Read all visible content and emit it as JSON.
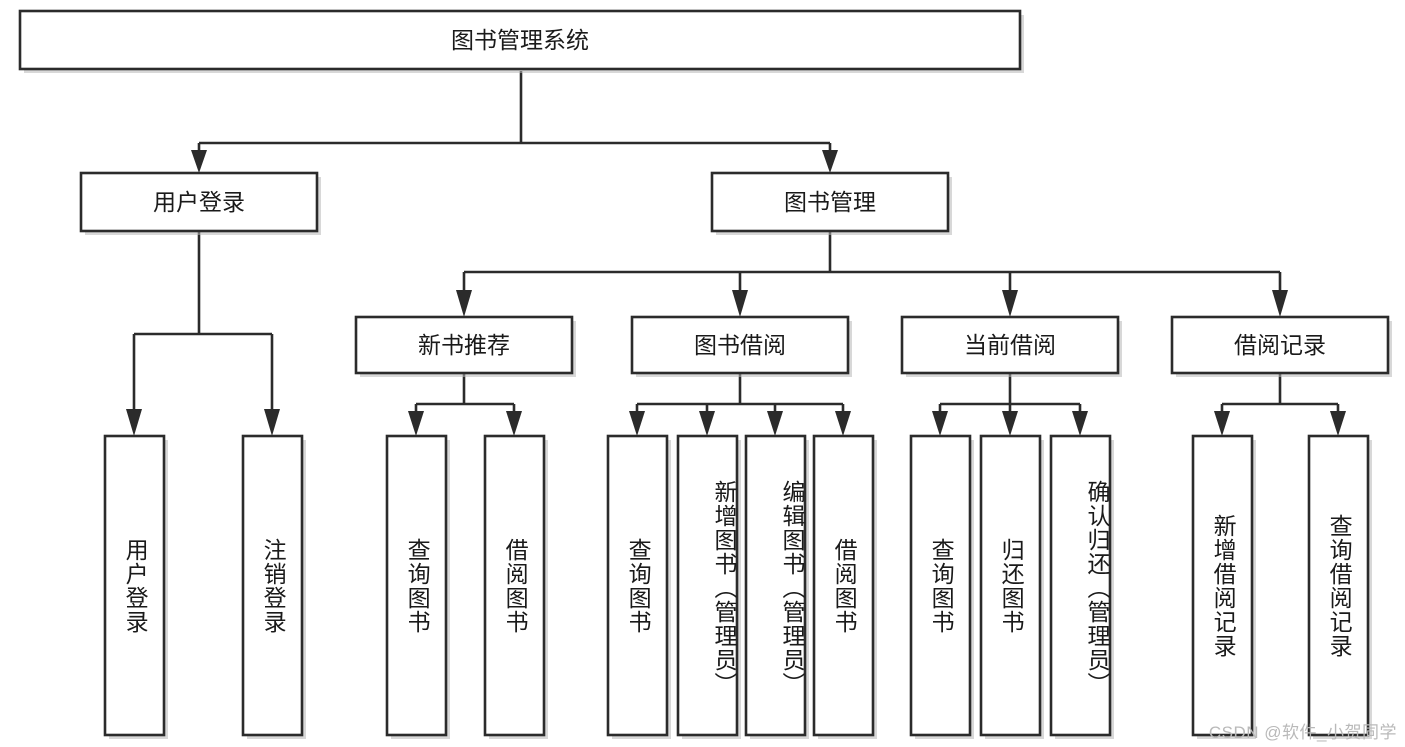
{
  "diagram": {
    "type": "tree",
    "title_node": {
      "label": "图书管理系统"
    },
    "level1": [
      {
        "label": "用户登录"
      },
      {
        "label": "图书管理"
      }
    ],
    "level2": [
      {
        "label": "新书推荐"
      },
      {
        "label": "图书借阅"
      },
      {
        "label": "当前借阅"
      },
      {
        "label": "借阅记录"
      }
    ],
    "leaves": {
      "user_login": [
        {
          "label": "用户登录"
        },
        {
          "label": "注销登录"
        }
      ],
      "new_book_recommend": [
        {
          "label": "查询图书"
        },
        {
          "label": "借阅图书"
        }
      ],
      "book_borrow": [
        {
          "label": "查询图书"
        },
        {
          "label": "新增图书（管理员）"
        },
        {
          "label": "编辑图书（管理员）"
        },
        {
          "label": "借阅图书"
        }
      ],
      "current_borrow": [
        {
          "label": "查询图书"
        },
        {
          "label": "归还图书"
        },
        {
          "label": "确认归还（管理员）"
        }
      ],
      "borrow_record": [
        {
          "label": "新增借阅记录"
        },
        {
          "label": "查询借阅记录"
        }
      ]
    }
  },
  "watermark": {
    "text": "CSDN @软件_小贺同学"
  },
  "colors": {
    "box_stroke": "#2b2b2b",
    "box_fill": "#ffffff",
    "text": "#1a1a1a",
    "watermark": "#b9b9b9",
    "background": "#ffffff"
  }
}
